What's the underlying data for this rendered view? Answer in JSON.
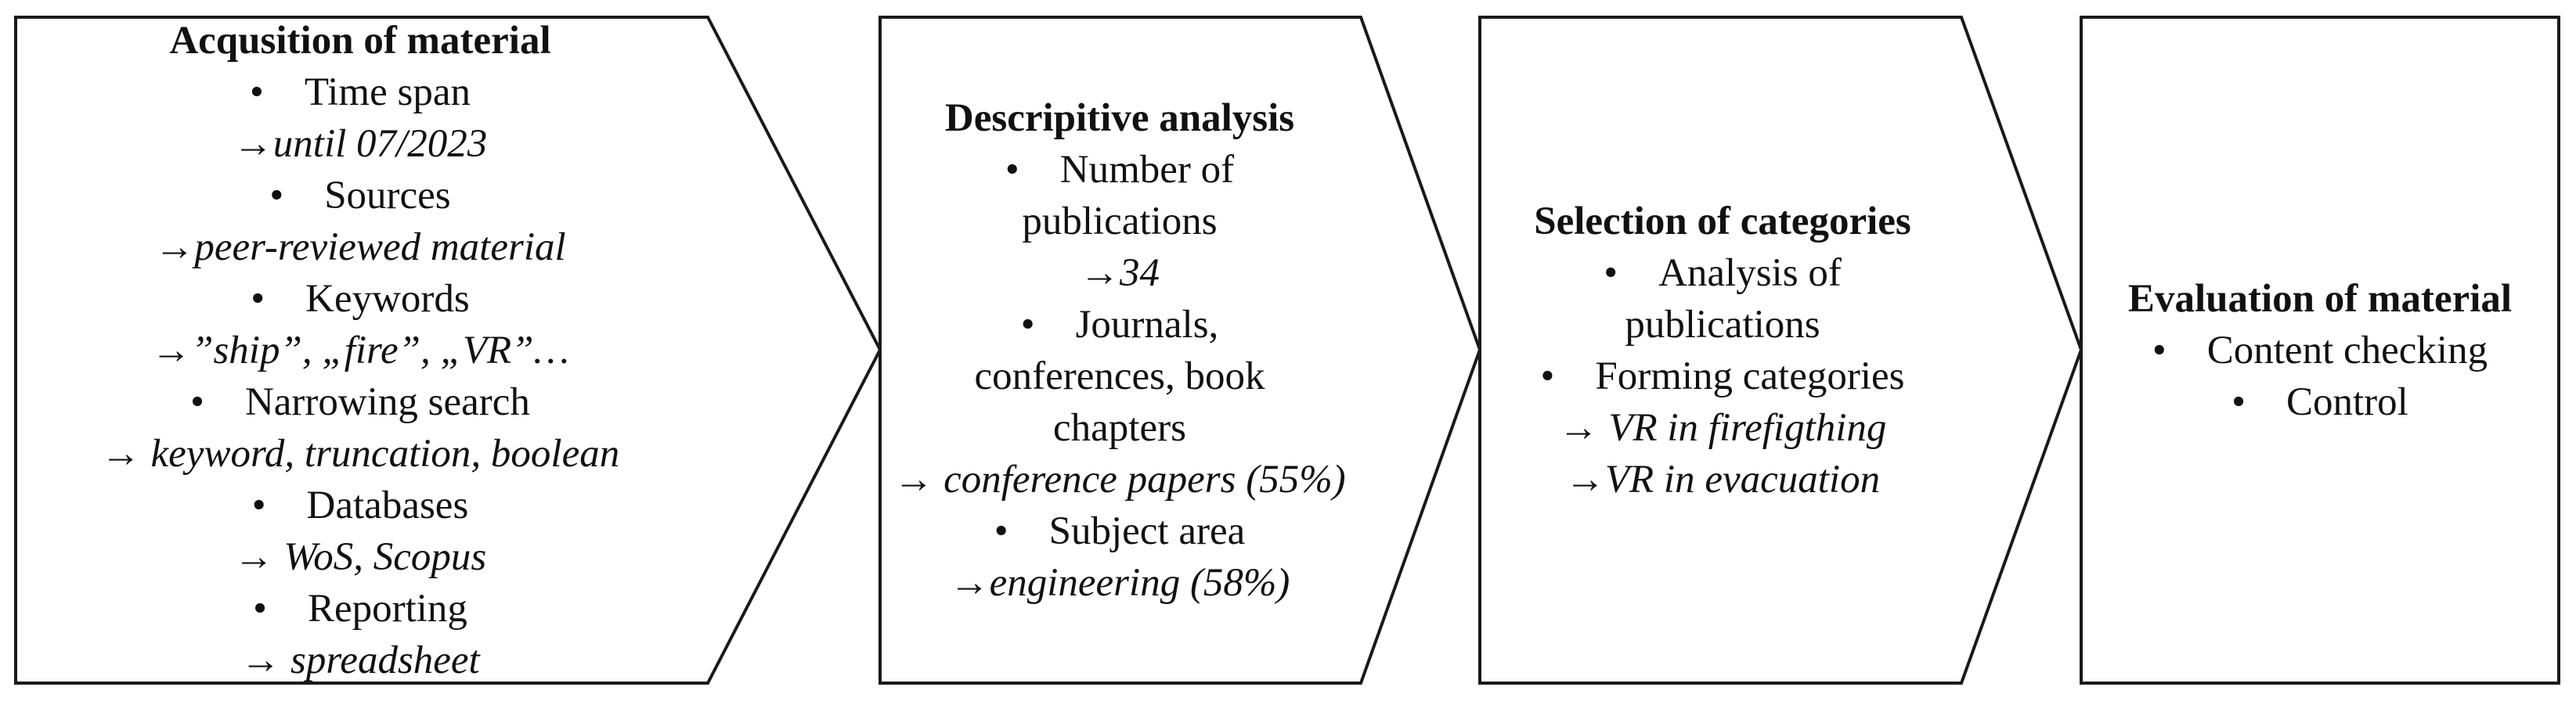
{
  "stages": [
    {
      "title": "Acqusition of material",
      "lines": [
        {
          "type": "item",
          "text": "Time span"
        },
        {
          "type": "note",
          "arrow": "→",
          "text": "until 07/2023"
        },
        {
          "type": "item",
          "text": "Sources"
        },
        {
          "type": "note",
          "arrow": "→",
          "text": "peer-reviewed material"
        },
        {
          "type": "item",
          "text": "Keywords"
        },
        {
          "type": "note",
          "arrow": "→",
          "text": "”ship”, „fire”, „VR”…"
        },
        {
          "type": "item",
          "text": "Narrowing search"
        },
        {
          "type": "note",
          "arrow": "→ ",
          "text": "keyword, truncation, boolean"
        },
        {
          "type": "item",
          "text": "Databases"
        },
        {
          "type": "note",
          "arrow": "→ ",
          "text": "WoS, Scopus"
        },
        {
          "type": "item",
          "text": "Reporting"
        },
        {
          "type": "note",
          "arrow": "→ ",
          "text": "spreadsheet"
        }
      ]
    },
    {
      "title": "Descripitive analysis",
      "lines": [
        {
          "type": "item",
          "text": "Number of publications"
        },
        {
          "type": "note",
          "arrow": "→",
          "text": "34"
        },
        {
          "type": "item",
          "text": "Journals, conferences, book chapters"
        },
        {
          "type": "note",
          "arrow": "→ ",
          "text": "conference papers (55%)"
        },
        {
          "type": "item",
          "text": "Subject area"
        },
        {
          "type": "note",
          "arrow": "→",
          "text": "engineering (58%)"
        }
      ]
    },
    {
      "title": "Selection of categories",
      "lines": [
        {
          "type": "item",
          "text": "Analysis of publications"
        },
        {
          "type": "item",
          "text": "Forming categories"
        },
        {
          "type": "note",
          "arrow": "→ ",
          "text": "VR in firefigthing"
        },
        {
          "type": "note",
          "arrow": "→",
          "text": "VR in evacuation"
        }
      ]
    },
    {
      "title": "Evaluation of material",
      "lines": [
        {
          "type": "item",
          "text": "Content checking"
        },
        {
          "type": "item",
          "text": "Control"
        }
      ]
    }
  ]
}
